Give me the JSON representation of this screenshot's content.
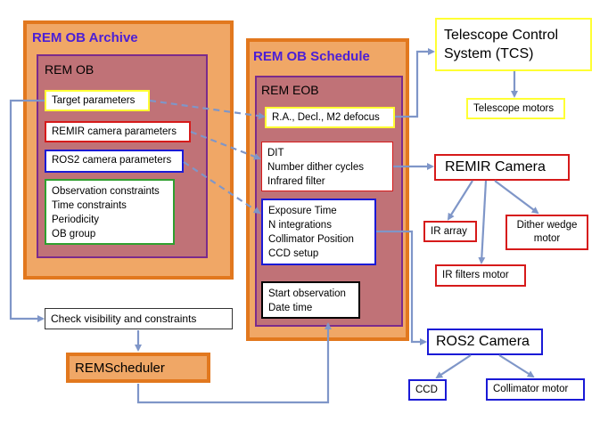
{
  "archive": {
    "title": "REM OB Archive",
    "ob_title": "REM OB",
    "target": "Target parameters",
    "remir_params": "REMIR camera parameters",
    "ros2_params": "ROS2 camera parameters",
    "constraints": [
      "Observation constraints",
      "Time constraints",
      "Periodicity",
      "OB group"
    ]
  },
  "schedule": {
    "title": "REM OB Schedule",
    "eob_title": "REM EOB",
    "radec": "R.A., Decl., M2 defocus",
    "ir_setup": [
      "DIT",
      "Number dither cycles",
      "Infrared filter"
    ],
    "optical_setup": [
      "Exposure Time",
      "N integrations",
      "Collimator Position",
      "CCD setup"
    ],
    "start": [
      "Start observation",
      "Date time"
    ]
  },
  "check": "Check visibility and constraints",
  "scheduler": "REMScheduler",
  "tcs": {
    "title": [
      "Telescope Control",
      "System (TCS)"
    ],
    "motors": "Telescope motors"
  },
  "remir": {
    "title": "REMIR Camera",
    "ir_array": "IR array",
    "dither": [
      "Dither wedge",
      "motor"
    ],
    "filters": "IR filters motor"
  },
  "ros2": {
    "title": "ROS2 Camera",
    "ccd": "CCD",
    "collimator": "Collimator motor"
  },
  "colors": {
    "orange_fill": "#f0a766",
    "orange_border": "#e2781e",
    "mauve_fill": "#c07277",
    "purple_border": "#7b2b8c",
    "title_blue": "#4b1fd6",
    "yellow": "#ffff33",
    "red": "#d61a1a",
    "blue": "#1a1ad6",
    "green": "#2fa02f",
    "arrow": "#7f96c8"
  }
}
